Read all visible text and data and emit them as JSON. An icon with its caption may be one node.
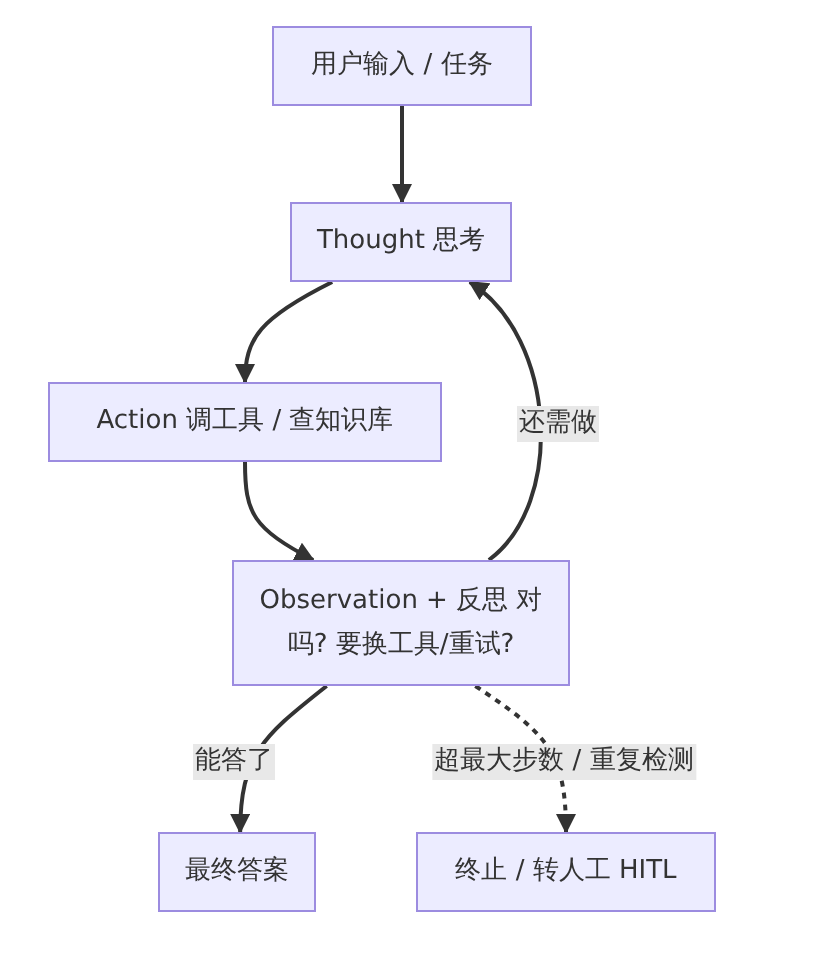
{
  "diagram": {
    "nodes": [
      {
        "text": [
          "用户输入 / 任务"
        ]
      },
      {
        "text": [
          "Thought 思考"
        ]
      },
      {
        "text": [
          "Action 调工具 / 查知识库"
        ]
      },
      {
        "text": [
          "Observation + 反思 对吗? 要换工具/重试?"
        ]
      },
      {
        "text": [
          "最终答案"
        ]
      },
      {
        "text": [
          "终止 / 转人工 HITL"
        ]
      }
    ],
    "edges": [
      {
        "from": 0,
        "to": 1,
        "arrow": "to"
      },
      {
        "from": 1,
        "to": 2,
        "arrow": "to"
      },
      {
        "from": 2,
        "to": 3,
        "arrow": "to"
      },
      {
        "from": 3,
        "to": 1,
        "arrow": "to",
        "label": "还需做"
      },
      {
        "from": 3,
        "to": 4,
        "arrow": "to",
        "label": "能答了"
      },
      {
        "from": 3,
        "to": 5,
        "arrow": "to",
        "label": "超最大步数 / 重复检测",
        "style": "dashed"
      }
    ]
  }
}
